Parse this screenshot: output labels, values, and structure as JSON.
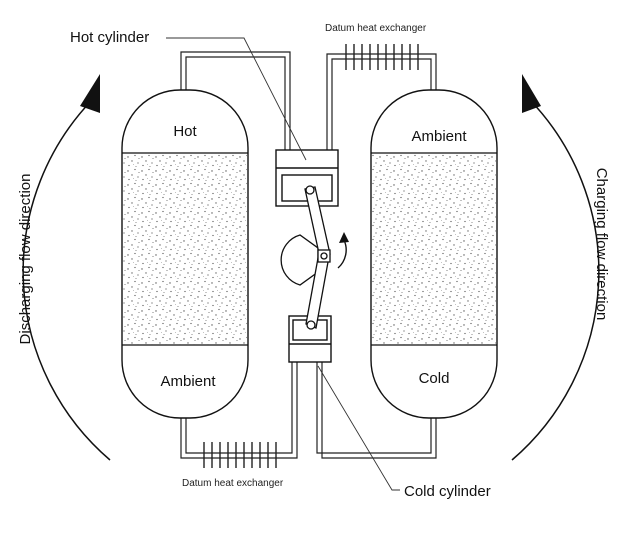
{
  "labels": {
    "hot_cylinder": "Hot cylinder",
    "cold_cylinder": "Cold cylinder",
    "datum_hx_top": "Datum heat exchanger",
    "datum_hx_bottom": "Datum heat exchanger",
    "left_tank_top": "Hot",
    "left_tank_bottom": "Ambient",
    "right_tank_top": "Ambient",
    "right_tank_bottom": "Cold",
    "discharging": "Discharging flow direction",
    "charging": "Charging flow direction"
  },
  "icons": [
    "flow-arrow-icon",
    "rotation-arrow-icon",
    "heat-exchanger-fins-icon"
  ]
}
